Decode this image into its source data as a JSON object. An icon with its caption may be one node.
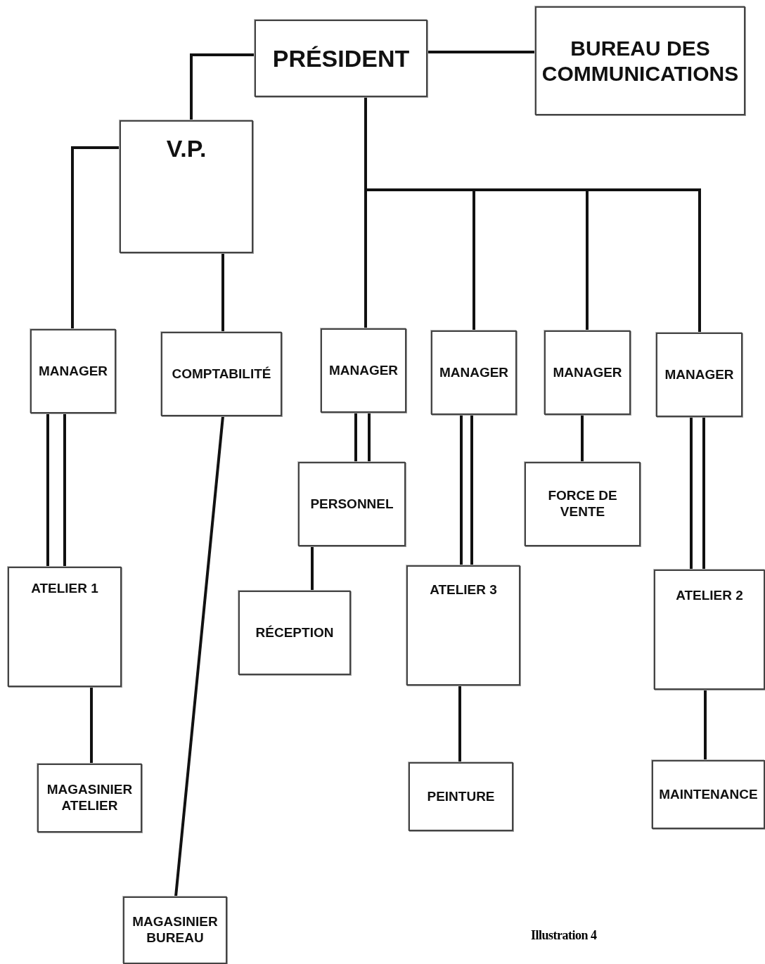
{
  "diagram": {
    "nodes": [
      {
        "text": [
          "PRÉSIDENT"
        ]
      },
      {
        "text": [
          "BUREAU DES COMMUNICATIONS"
        ]
      },
      {
        "text": [
          "V.P."
        ]
      },
      {
        "text": [
          "MANAGER"
        ]
      },
      {
        "text": [
          "COMPTABILITÉ"
        ]
      },
      {
        "text": [
          "MANAGER"
        ]
      },
      {
        "text": [
          "MANAGER"
        ]
      },
      {
        "text": [
          "MANAGER"
        ]
      },
      {
        "text": [
          "MANAGER"
        ]
      },
      {
        "text": [
          "PERSONNEL"
        ]
      },
      {
        "text": [
          "FORCE DE VENTE"
        ]
      },
      {
        "text": [
          "ATELIER 1"
        ]
      },
      {
        "text": [
          "RÉCEPTION"
        ]
      },
      {
        "text": [
          "ATELIER 3"
        ]
      },
      {
        "text": [
          "ATELIER 2"
        ]
      },
      {
        "text": [
          "MAGASINIER ATELIER"
        ]
      },
      {
        "text": [
          "PEINTURE"
        ]
      },
      {
        "text": [
          "MAINTENANCE"
        ]
      },
      {
        "text": [
          "MAGASINIER BUREAU"
        ]
      }
    ],
    "edges": [
      {
        "from": 0,
        "to": 1,
        "arrow": "none"
      },
      {
        "from": 0,
        "to": 2,
        "arrow": "none"
      },
      {
        "from": 2,
        "to": 3,
        "arrow": "none"
      },
      {
        "from": 2,
        "to": 4,
        "arrow": "none"
      },
      {
        "from": 0,
        "to": 5,
        "arrow": "none"
      },
      {
        "from": 0,
        "to": 6,
        "arrow": "none"
      },
      {
        "from": 0,
        "to": 7,
        "arrow": "none"
      },
      {
        "from": 0,
        "to": 8,
        "arrow": "none"
      },
      {
        "from": 3,
        "to": 11,
        "arrow": "none"
      },
      {
        "from": 3,
        "to": 11,
        "arrow": "none"
      },
      {
        "from": 5,
        "to": 9,
        "arrow": "none"
      },
      {
        "from": 5,
        "to": 9,
        "arrow": "none"
      },
      {
        "from": 6,
        "to": 13,
        "arrow": "none"
      },
      {
        "from": 6,
        "to": 13,
        "arrow": "none"
      },
      {
        "from": 7,
        "to": 10,
        "arrow": "none"
      },
      {
        "from": 8,
        "to": 14,
        "arrow": "none"
      },
      {
        "from": 8,
        "to": 14,
        "arrow": "none"
      },
      {
        "from": 9,
        "to": 12,
        "arrow": "none"
      },
      {
        "from": 11,
        "to": 15,
        "arrow": "none"
      },
      {
        "from": 4,
        "to": 18,
        "arrow": "none"
      },
      {
        "from": 13,
        "to": 16,
        "arrow": "none"
      },
      {
        "from": 14,
        "to": 17,
        "arrow": "none"
      }
    ],
    "labels": [
      "Illustration 4"
    ]
  }
}
